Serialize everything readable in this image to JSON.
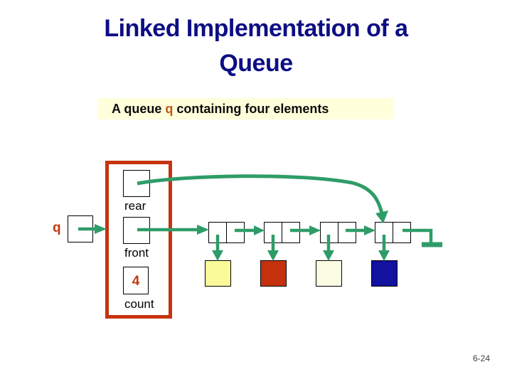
{
  "slide": {
    "title_lines": [
      "Linked Implementation of a",
      "Queue"
    ],
    "caption": {
      "prefix": "A queue ",
      "emphasis": "q",
      "suffix": " containing four elements"
    },
    "page_number": "6-24"
  },
  "diagram": {
    "queue_reference_label": "q",
    "record_fields": {
      "rear_label": "rear",
      "front_label": "front",
      "count_label": "count",
      "count_value": "4"
    },
    "node_count": 4,
    "element_colors": [
      "#FAFA9B",
      "#C5310D",
      "#FCFBE4",
      "#12129E"
    ]
  },
  "colors": {
    "title_navy": "#0D0D84",
    "caption_bg": "#FFFFDB",
    "caption_emphasis_red": "#C05A12",
    "accent_red": "#C13A0E",
    "record_border_red": "#C5340F",
    "arrow_green": "#2F9C68",
    "page_number_gray": "#3F3F3F"
  }
}
